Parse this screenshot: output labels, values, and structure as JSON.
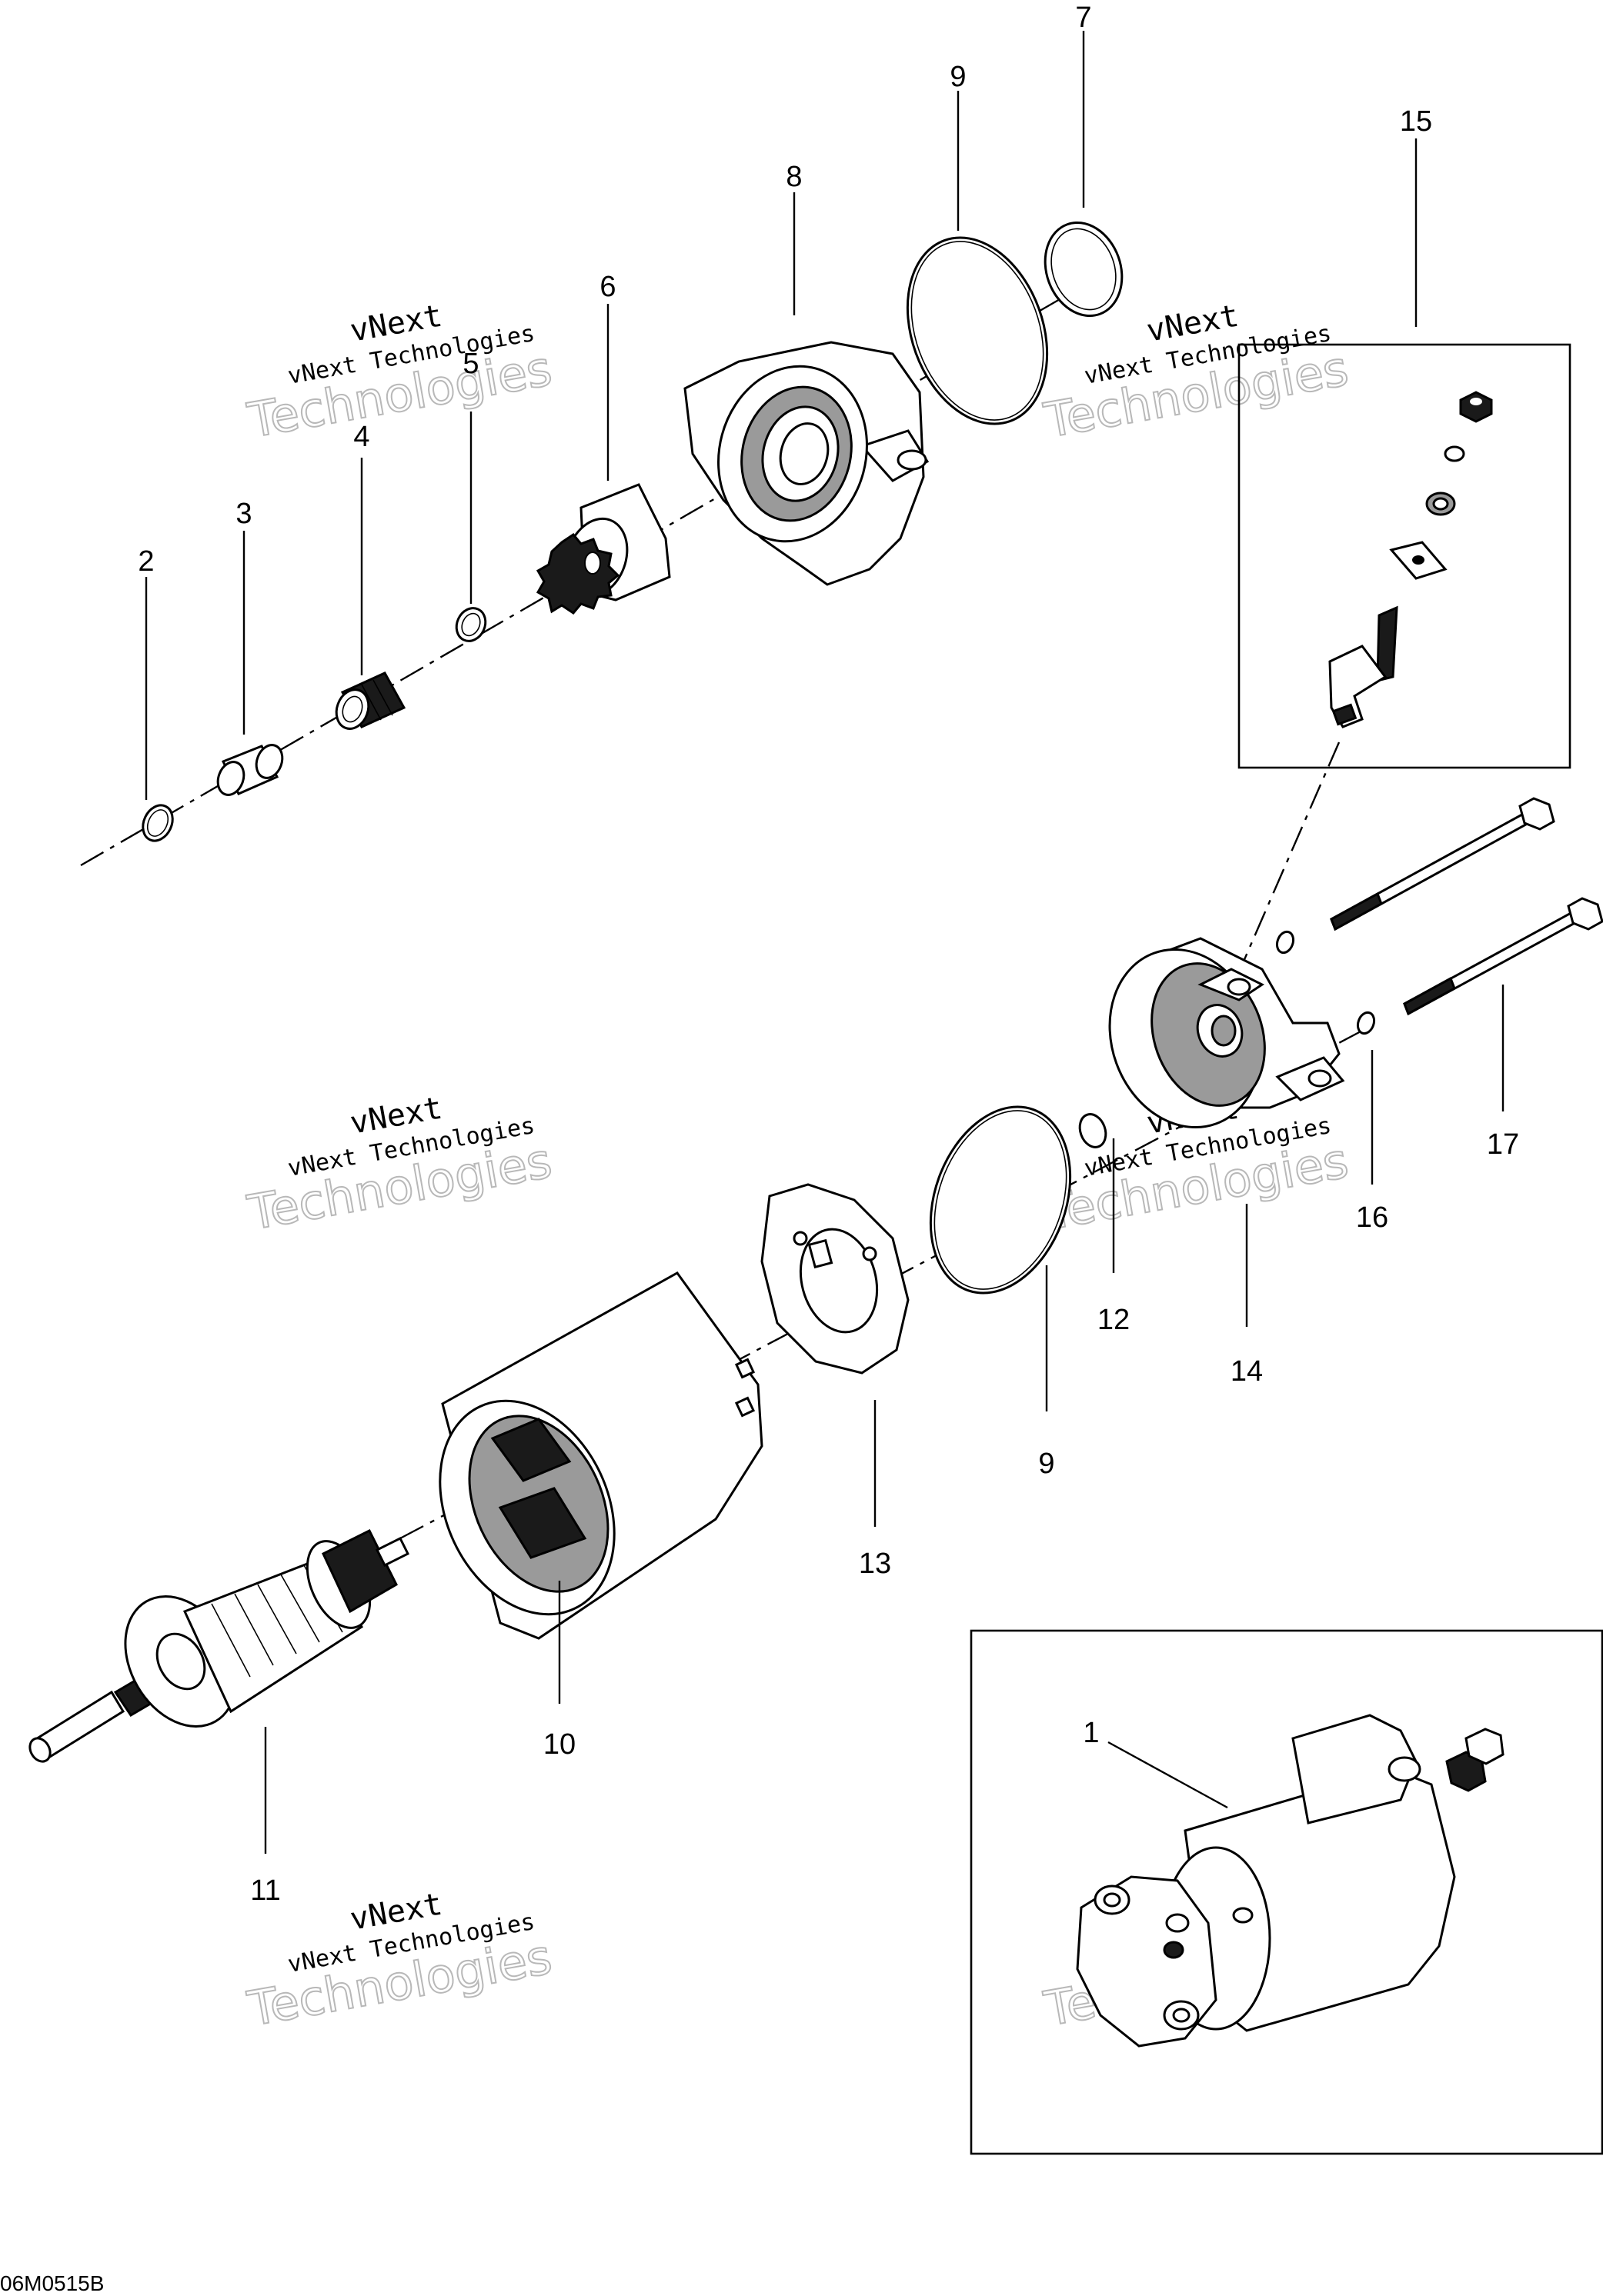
{
  "watermark": {
    "line1": "vNext",
    "line2": "vNext Technologies",
    "line3": "Technologies"
  },
  "figure_code": "06M0515B",
  "callouts": [
    "7",
    "9",
    "8",
    "15",
    "6",
    "5",
    "4",
    "3",
    "2",
    "17",
    "16",
    "12",
    "14",
    "9",
    "13",
    "10",
    "11",
    "1"
  ]
}
